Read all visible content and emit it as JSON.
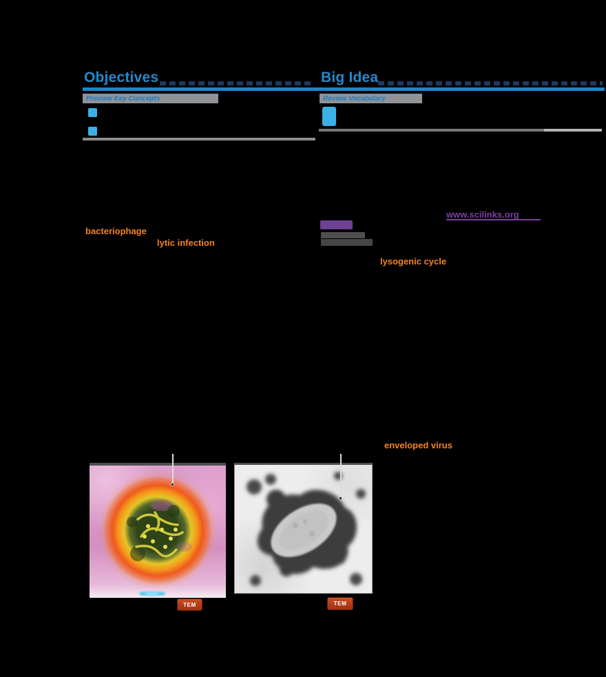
{
  "page_type": "biology-textbook-section-opener",
  "colors": {
    "background": "#000000",
    "heading_blue": "#2489cb",
    "rule_blue": "#1c86c8",
    "dash_navy": "#1b3a61",
    "band_gray": "#909296",
    "band_text_blue": "#1b7ec6",
    "bullet_cyan": "#3cb0e4",
    "key_term_orange": "#f5821f",
    "vocab_purple": "#6f4094",
    "link_purple": "#7d3fa0",
    "tem_badge_red": "#a83514"
  },
  "header": {
    "left_title": "Objectives",
    "right_title": "Big Idea",
    "left_band_label": "Preview Key Concepts",
    "right_band_label": "Review Vocabulary"
  },
  "key_terms": {
    "items": [
      {
        "label": "bacteriophage"
      },
      {
        "label": "lytic infection"
      },
      {
        "label": "lysogenic cycle"
      },
      {
        "label": "enveloped virus"
      }
    ]
  },
  "resource_link": {
    "label": "www.scilinks.org"
  },
  "figures": {
    "left": {
      "badge": "TEM",
      "content": "colored micrograph of enveloped virus"
    },
    "right": {
      "badge": "TEM",
      "content": "grayscale micrograph of enveloped virus"
    }
  }
}
